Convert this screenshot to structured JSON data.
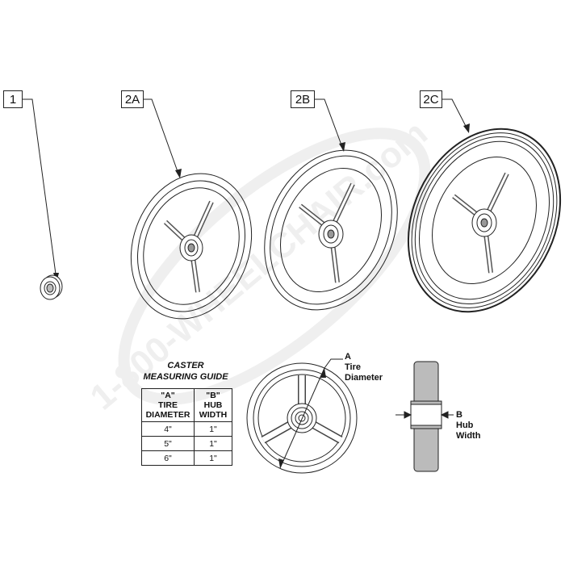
{
  "callouts": [
    "1",
    "2A",
    "2B",
    "2C"
  ],
  "guide": {
    "title_line1": "CASTER",
    "title_line2": "MEASURING GUIDE",
    "col_a": [
      "\"A\"",
      "TIRE",
      "DIAMETER"
    ],
    "col_b": [
      "\"B\"",
      "HUB",
      "WIDTH"
    ],
    "rows": [
      [
        "4\"",
        "1\""
      ],
      [
        "5\"",
        "1\""
      ],
      [
        "6\"",
        "1\""
      ]
    ]
  },
  "tire_label": [
    "A",
    "Tire",
    "Diameter"
  ],
  "hub_label": [
    "B",
    "Hub",
    "Width"
  ],
  "watermark": "1-800-WHEELCHAIR.com",
  "colors": {
    "line": "#222222",
    "watermark": "#e6e6e6",
    "hub_band": "#ffffff"
  }
}
